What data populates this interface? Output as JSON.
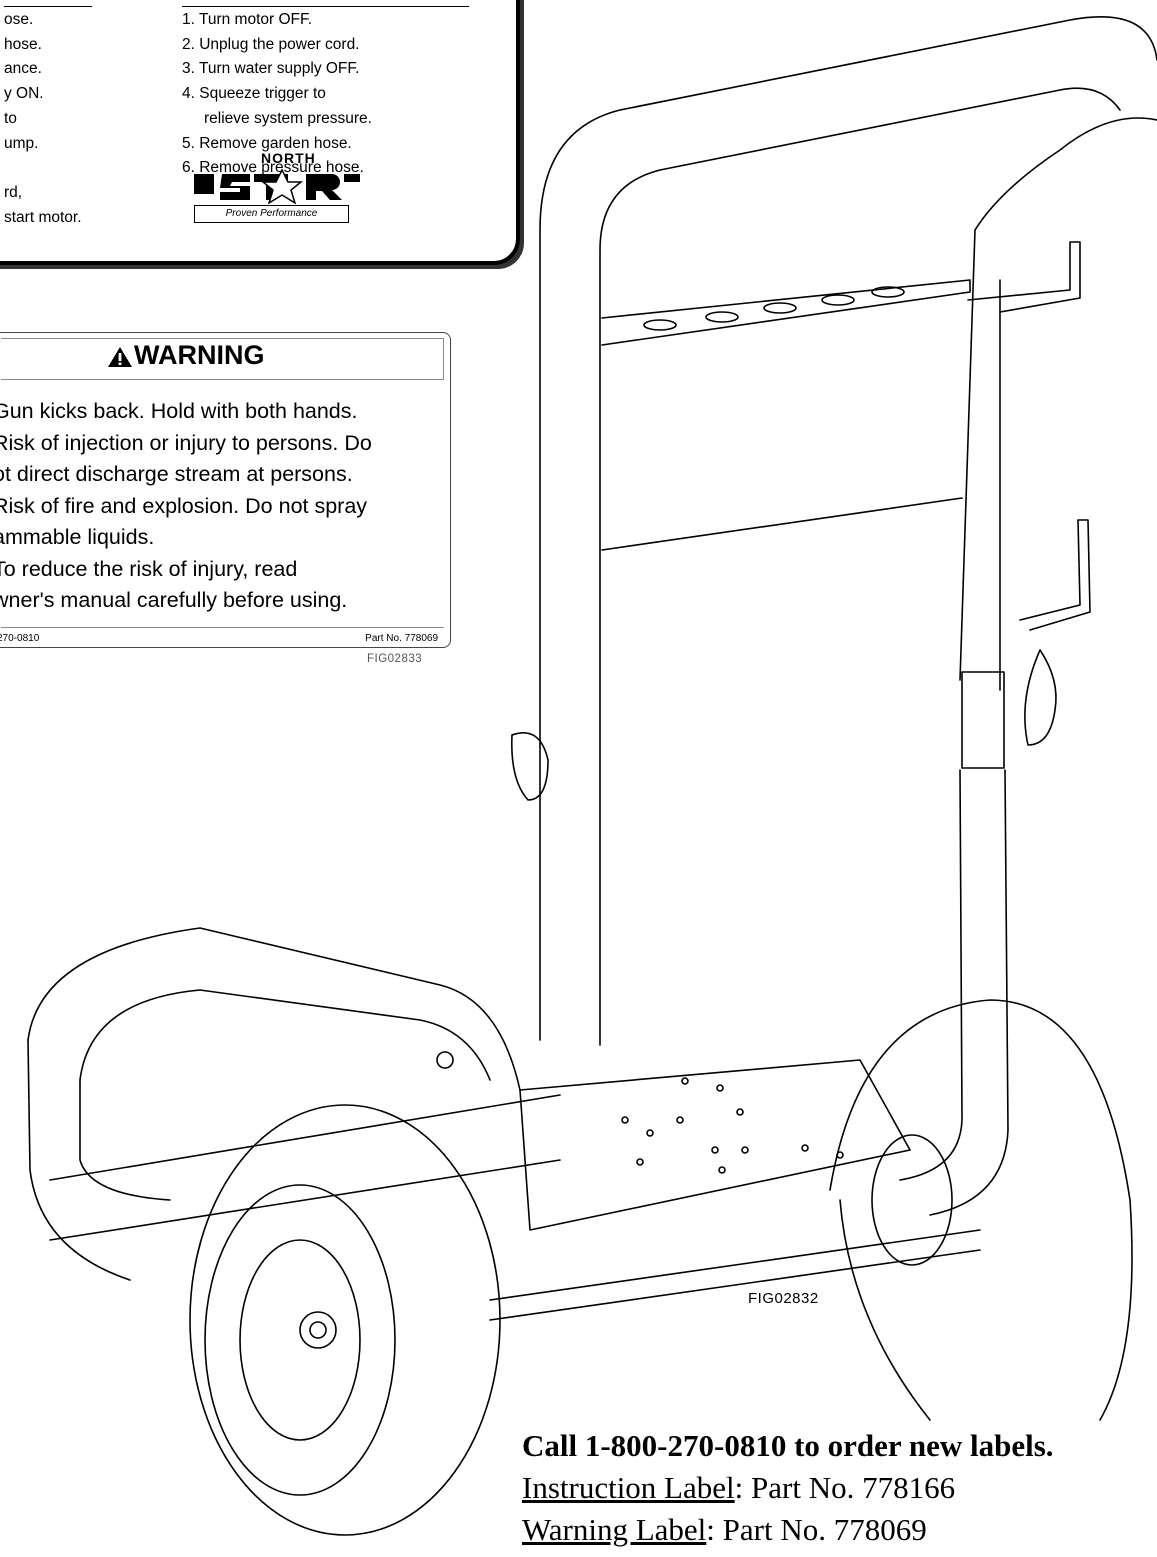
{
  "startup_steps_partial": [
    "ose.",
    "hose.",
    "ance.",
    "y ON.",
    "to",
    "ump.",
    "",
    "rd,",
    "start motor."
  ],
  "shutdown_steps": [
    "1. Turn motor OFF.",
    "2. Unplug the power cord.",
    "3. Turn water supply OFF.",
    "4. Squeeze trigger to",
    "relieve system pressure.",
    "5. Remove garden hose.",
    "6. Remove pressure hose."
  ],
  "logo": {
    "brand_top": "NORTH",
    "brand_main": "STAR",
    "tagline": "Proven Performance"
  },
  "warning_label": {
    "title": "WARNING",
    "lines": [
      "Gun kicks back. Hold with both hands.",
      "Risk of injection or injury to persons. Do",
      "ot direct discharge stream at persons.",
      "Risk of fire and explosion. Do not spray",
      "ammable liquids.",
      "To reduce the risk of injury, read",
      "wner's manual carefully before using."
    ],
    "footer_left": "270-0810",
    "footer_right": "Part No. 778069"
  },
  "fig_label_warning": "FIG02833",
  "fig_label_cart": "FIG02832",
  "order_info": {
    "call": "Call 1-800-270-0810 to order new labels.",
    "instruction_label_name": "Instruction Label",
    "instruction_label_part": ": Part No. 778166",
    "warning_label_name": "Warning Label",
    "warning_label_part": ": Part No. 778069"
  }
}
